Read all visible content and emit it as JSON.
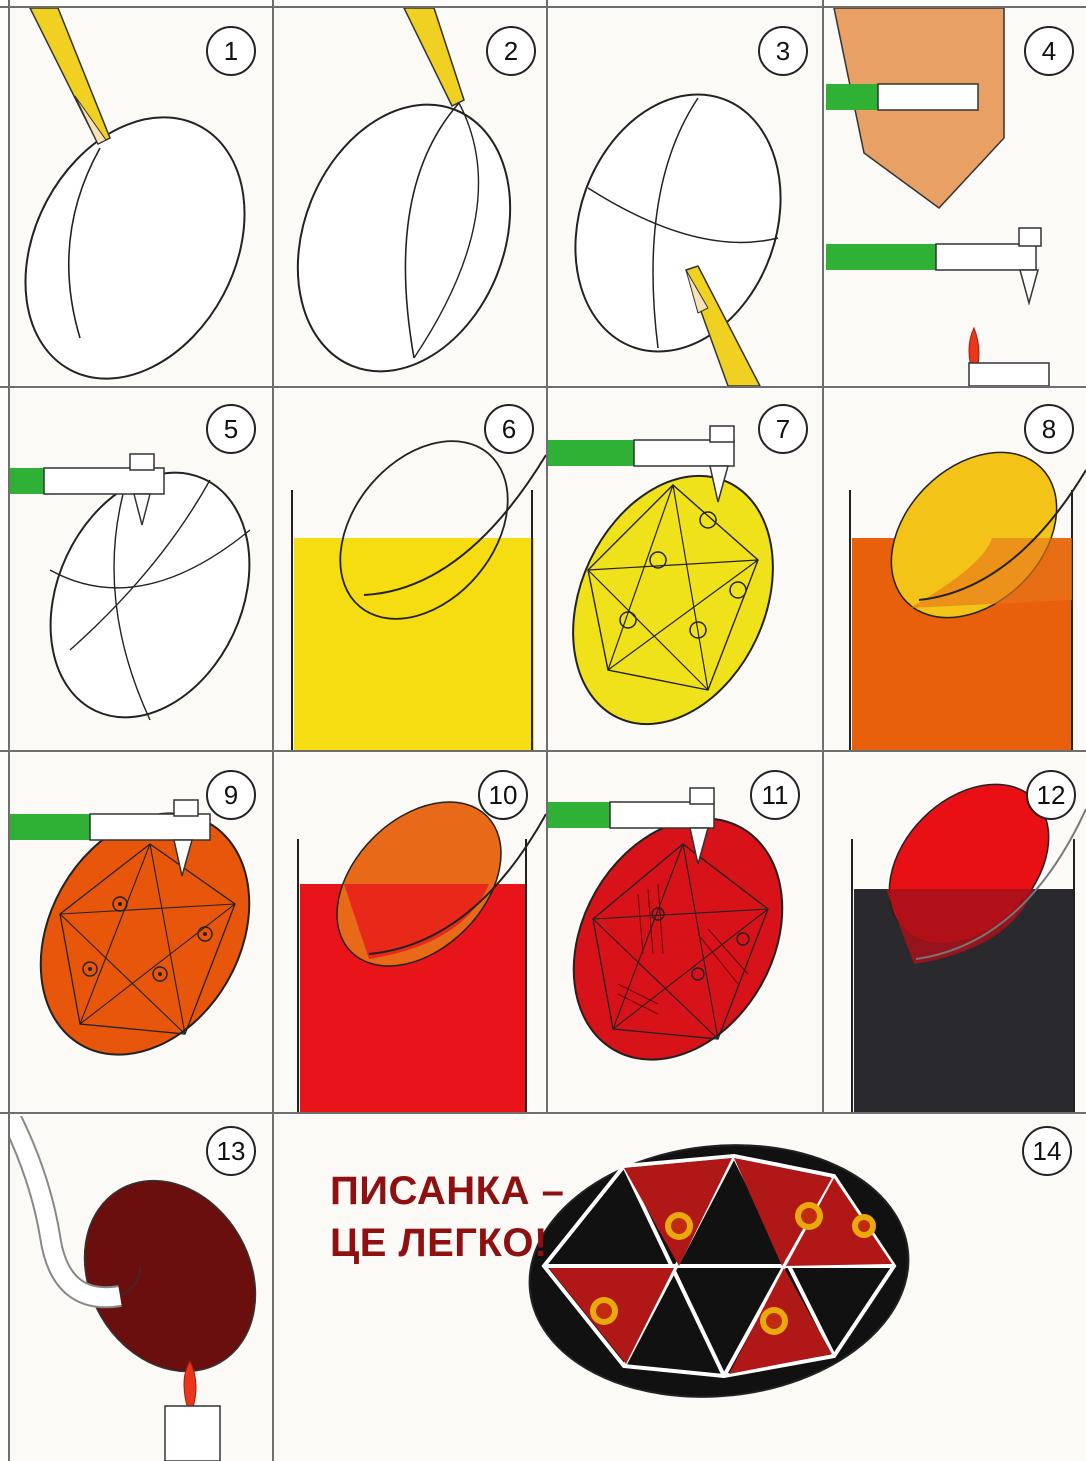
{
  "steps": [
    "1",
    "2",
    "3",
    "4",
    "5",
    "6",
    "7",
    "8",
    "9",
    "10",
    "11",
    "12",
    "13",
    "14"
  ],
  "slogan": {
    "line1": "ПИСАНКА –",
    "line2": "ЦЕ ЛЕГКО!"
  },
  "colors": {
    "pencil": "#f0d020",
    "kistka_handle": "#2fb135",
    "wax_holder": "#e8a064",
    "dye_yellow": "#f5dd12",
    "dye_orange": "#e85f0c",
    "dye_red": "#e8141a",
    "dye_black": "#2a2a2e",
    "egg_dark": "#6a0e0e",
    "slogan_text": "#8e1010"
  }
}
